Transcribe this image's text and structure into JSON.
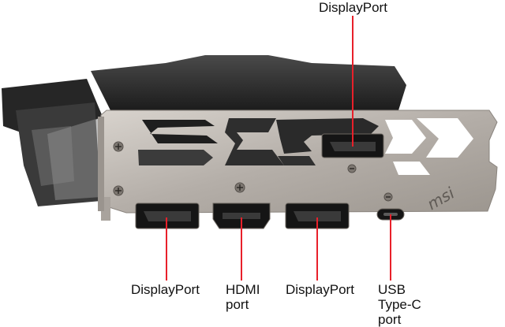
{
  "labels": {
    "top_displayport": "DisplayPort",
    "displayport_left": "DisplayPort",
    "hdmi_line1": "HDMI",
    "hdmi_line2": "port",
    "displayport_right": "DisplayPort",
    "usb_line1": "USB",
    "usb_line2": "Type-C",
    "usb_line3": "port"
  },
  "colors": {
    "callout_line": "#e8202a",
    "bracket_metal": "#b9b3ad",
    "shroud": "#2b2b2b",
    "port_black": "#151515"
  },
  "icons": [
    "screw-icon",
    "displayport-connector",
    "hdmi-connector",
    "usb-c-connector",
    "brand-logo"
  ]
}
